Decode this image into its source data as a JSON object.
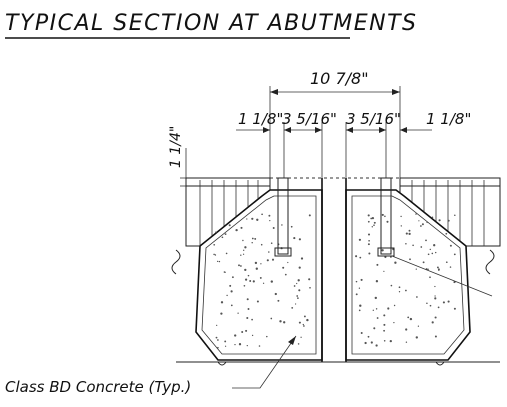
{
  "title": "TYPICAL SECTION AT ABUTMENTS",
  "dimensions": {
    "overall": "10 7/8\"",
    "left_edge": "1 1/8\"",
    "left_inner": "3 5/16\"",
    "right_inner": "3 5/16\"",
    "right_edge": "1 1/8\"",
    "vertical": "1 1/4\""
  },
  "callouts": {
    "concrete": "Class BD Concrete (Typ.)"
  }
}
